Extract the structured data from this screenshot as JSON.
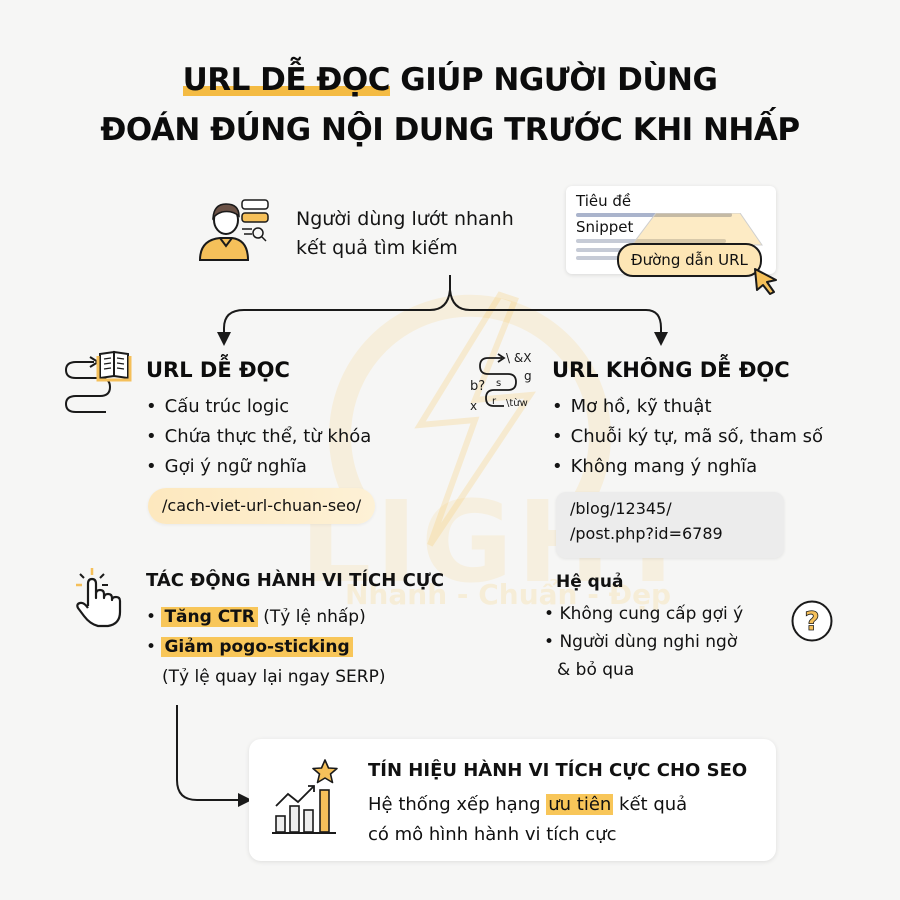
{
  "title": {
    "line1_highlight": "URL DỄ ĐỌC",
    "line1_rest": " GIÚP NGƯỜI DÙNG",
    "line2": "ĐOÁN ĐÚNG NỘI DUNG TRƯỚC KHI NHẤP"
  },
  "user": {
    "icon": "user-search-icon",
    "line1": "Người dùng lướt nhanh",
    "line2": "kết quả tìm kiếm"
  },
  "serp": {
    "title_label": "Tiêu đề",
    "snippet_label": "Snippet",
    "url_label": "Đường dẫn URL",
    "cursor_icon": "cursor-icon"
  },
  "readable": {
    "icon": "path-book-icon",
    "heading": "URL DỄ ĐỌC",
    "bullets": [
      "Cấu trúc logic",
      "Chứa thực thể, từ khóa",
      "Gợi ý ngữ nghĩa"
    ],
    "example_url": "/cach-viet-url-chuan-seo/"
  },
  "unreadable": {
    "icon": "tangled-path-icon",
    "heading": "URL KHÔNG DỄ ĐỌC",
    "bullets": [
      "Mơ hồ, kỹ thuật",
      "Chuỗi ký tự, mã số, tham số",
      "Không mang ý nghĩa"
    ],
    "example_urls": [
      "/blog/12345/",
      "/post.php?id=6789"
    ]
  },
  "impact": {
    "icon": "click-hand-icon",
    "heading": "TÁC ĐỘNG HÀNH VI TÍCH CỰC",
    "item1_highlight": "Tăng CTR",
    "item1_rest": " (Tỷ lệ nhấp)",
    "item2_highlight": "Giảm pogo-sticking",
    "item2_note": "(Tỷ lệ quay lại ngay SERP)"
  },
  "consequence": {
    "heading": "Hệ quả",
    "bullets": [
      "Không cung cấp gợi ý",
      "Người dùng nghi ngờ"
    ],
    "bullet2_cont": "& bỏ qua",
    "icon": "question-icon"
  },
  "signal": {
    "icon": "growth-chart-star-icon",
    "heading": "TÍN HIỆU HÀNH VI TÍCH CỰC CHO SEO",
    "text_before": "Hệ thống xếp hạng ",
    "text_highlight": "ưu tiên",
    "text_after": " kết quả",
    "line2": "có mô hình hành vi tích cực"
  },
  "watermark": {
    "brand": "LIGHT",
    "tagline": "Nhanh - Chuẩn - Đẹp"
  },
  "colors": {
    "accent": "#F8C659",
    "background": "#F6F6F5",
    "text": "#111111"
  }
}
